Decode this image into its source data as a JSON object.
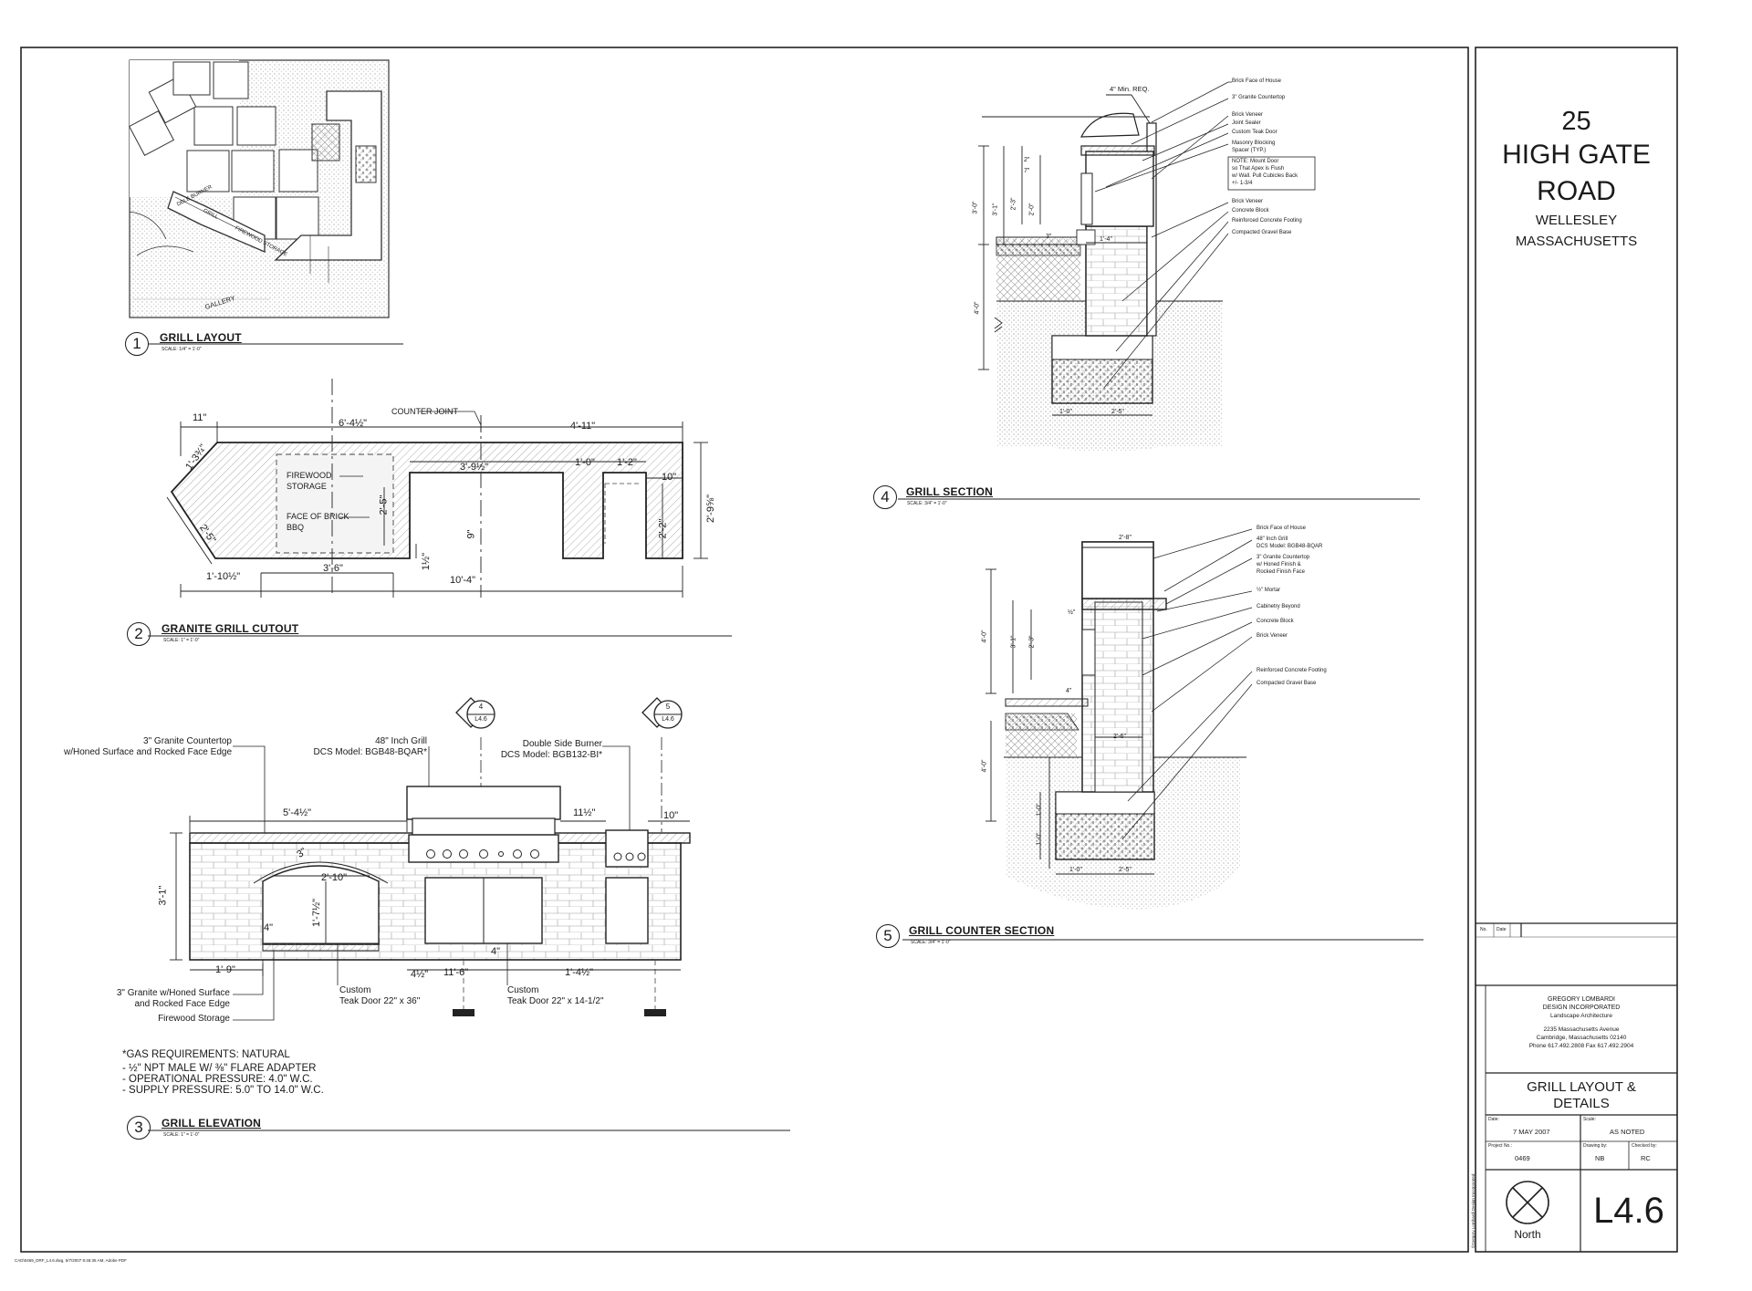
{
  "title_block": {
    "address_number": "25",
    "address_line1": "HIGH GATE",
    "address_line2": "ROAD",
    "town": "WELLESLEY",
    "state": "MASSACHUSETTS",
    "rev_no_label": "No.",
    "rev_date_label": "Date",
    "firm_name1": "GREGORY LOMBARDI",
    "firm_name2": "DESIGN INCORPORATED",
    "firm_sub": "Landscape Architecture",
    "firm_addr1": "2235 Massachusetts Avenue",
    "firm_addr2": "Cambridge, Massachusetts 02140",
    "firm_phone": "Phone 617.492.2808   Fax 617.492.2904",
    "sheet_title1": "GRILL LAYOUT &",
    "sheet_title2": "DETAILS",
    "date_label": "Date:",
    "date_value": "7 MAY 2007",
    "scale_label": "Scale:",
    "scale_value": "AS NOTED",
    "project_label": "Project No.:",
    "project_value": "0469",
    "drawn_label": "Drawing by:",
    "drawn_value": "NB",
    "checked_label": "Checked by:",
    "checked_value": "RC",
    "north_label": "North",
    "sheet_number": "L4.6",
    "copyright": "©Gregory Lombardi Design Incorporated"
  },
  "footer_path": "CAD\\0469_DRF_L4.6.dwg, 5/7/2007 8:46:35 AM, Adobe PDF",
  "details": [
    {
      "number": "1",
      "title": "GRILL LAYOUT",
      "scale": "SCALE: 1/4\" = 1'-0\""
    },
    {
      "number": "2",
      "title": "GRANITE GRILL CUTOUT",
      "scale": "SCALE: 1\" = 1'-0\""
    },
    {
      "number": "3",
      "title": "GRILL ELEVATION",
      "scale": "SCALE: 1\" = 1'-0\""
    },
    {
      "number": "4",
      "title": "GRILL SECTION",
      "scale": "SCALE: 3/4\" = 1'-0\""
    },
    {
      "number": "5",
      "title": "GRILL COUNTER SECTION",
      "scale": "SCALE: 3/4\" = 1'-0\""
    }
  ],
  "layout_plan": {
    "labels": [
      "DBLE BURNER",
      "GRILL",
      "FIREWOOD STORAGE",
      "GALLERY"
    ]
  },
  "cutout": {
    "counter_joint": "COUNTER JOINT",
    "firewood1": "FIREWOOD",
    "firewood2": "STORAGE",
    "face_brick1": "FACE OF BRICK",
    "face_brick2": "BBQ",
    "dims": {
      "d11": "11\"",
      "d6_4": "6'-4½\"",
      "d4_11": "4'-11\"",
      "d1_3": "1'-3¾\"",
      "d3_9": "3'-9½\"",
      "d1_0": "1'-0\"",
      "d1_2": "1'-2\"",
      "d10": "10\"",
      "d2_5": "2'-5\"",
      "d2_2": "2'-2\"",
      "d2_9": "2'-9⅝\"",
      "d1_5": "1½\"",
      "d2_5b": "2'-5\"",
      "d1_10": "1'-10½\"",
      "d3_6": "3'-6\"",
      "d10_4": "10'-4\"",
      "d9": "9\""
    }
  },
  "elevation": {
    "callouts": {
      "countertop1": "3\" Granite Countertop",
      "countertop2": "w/Honed Surface and Rocked Face Edge",
      "grill1": "48\" Inch Grill",
      "grill2": "DCS Model: BGB48-BQAR*",
      "burner1": "Double Side Burner",
      "burner2": "DCS Model: BGB132-BI*",
      "granite1": "3\" Granite  w/Honed Surface",
      "granite2": "and Rocked Face Edge",
      "firewood": "Firewood Storage",
      "teak1a": "Custom",
      "teak1b": "Teak Door 22\" x 36\"",
      "teak2a": "Custom",
      "teak2b": "Teak Door 22\" x 14-1/2\""
    },
    "section_tags": [
      {
        "top": "4",
        "bottom": "L4.6"
      },
      {
        "top": "5",
        "bottom": "L4.6"
      }
    ],
    "dims": {
      "d5_4": "5'-4½\"",
      "d11_5": "11½\"",
      "d10": "10\"",
      "d3": "3\"",
      "d2_10": "2'-10\"",
      "d1_7": "1'-7½\"",
      "d4a": "4\"",
      "d3_1": "3'-1\"",
      "d1_9": "1'-9\"",
      "d4_5": "4½\"",
      "d11_6": "11'-6\"",
      "d4b": "4\"",
      "d1_4": "1'-4½\""
    },
    "gas_notes": [
      "*GAS REQUIREMENTS: NATURAL",
      "- ½\" NPT MALE W/ ⅜\" FLARE ADAPTER",
      "- OPERATIONAL PRESSURE: 4.0\" W.C.",
      "- SUPPLY PRESSURE: 5.0\" TO 14.0\" W.C."
    ]
  },
  "grill_section": {
    "min_req": "4\" Min. REQ.",
    "callouts": [
      "Brick Face of House",
      "3\" Granite Countertop",
      "Brick Veneer",
      "Joint Sealer",
      "Custom Teak Door",
      "Masonry Blocking",
      "Spacer (TYP.)",
      "NOTE: Mount Door",
      "so That Apex is Flush",
      "w/ Wall. Pull Cubicles Back",
      "+/- 1-3/4",
      "Brick Veneer",
      "Concrete Block",
      "Reinforced Concrete Footing",
      "Compacted Gravel Base"
    ],
    "dims": {
      "d3_1": "3'-1\"",
      "d2_3": "2'-3\"",
      "d2_0": "2'-0\"",
      "d3_0": "3'-0\"",
      "d4_0": "4'-0\"",
      "d1_4": "1'-4\"",
      "d3a": "3\"",
      "d1_0": "1'-0\"",
      "d2_5": "2'-5\"",
      "d2a": "2\"",
      "d7": "7\""
    }
  },
  "counter_section": {
    "callouts": [
      "Brick Face of House",
      "48\" Inch Grill",
      "DCS Model: BGB48-BQAR",
      "3\" Granite Countertop",
      "w/ Honed Finish &",
      "Rocked Finish Face",
      "½\" Mortar",
      "Cabinetry Beyond",
      "Concrete Block",
      "Brick Veneer",
      "Reinforced Concrete Footing",
      "Compacted Gravel Base"
    ],
    "dims": {
      "d2_8": "2'-8\"",
      "d1_2": "½\"",
      "d3_1": "3'-1\"",
      "d2_3": "2'-3\"",
      "d4_0a": "4'-0\"",
      "d4a": "4\"",
      "d2_6": "2'-6\"",
      "d4_0b": "4'-0\"",
      "d1_0a": "1'-0\"",
      "d1_0b": "1'-0\"",
      "d1_0c": "1'-0\"",
      "d2_5": "2'-5\""
    }
  }
}
